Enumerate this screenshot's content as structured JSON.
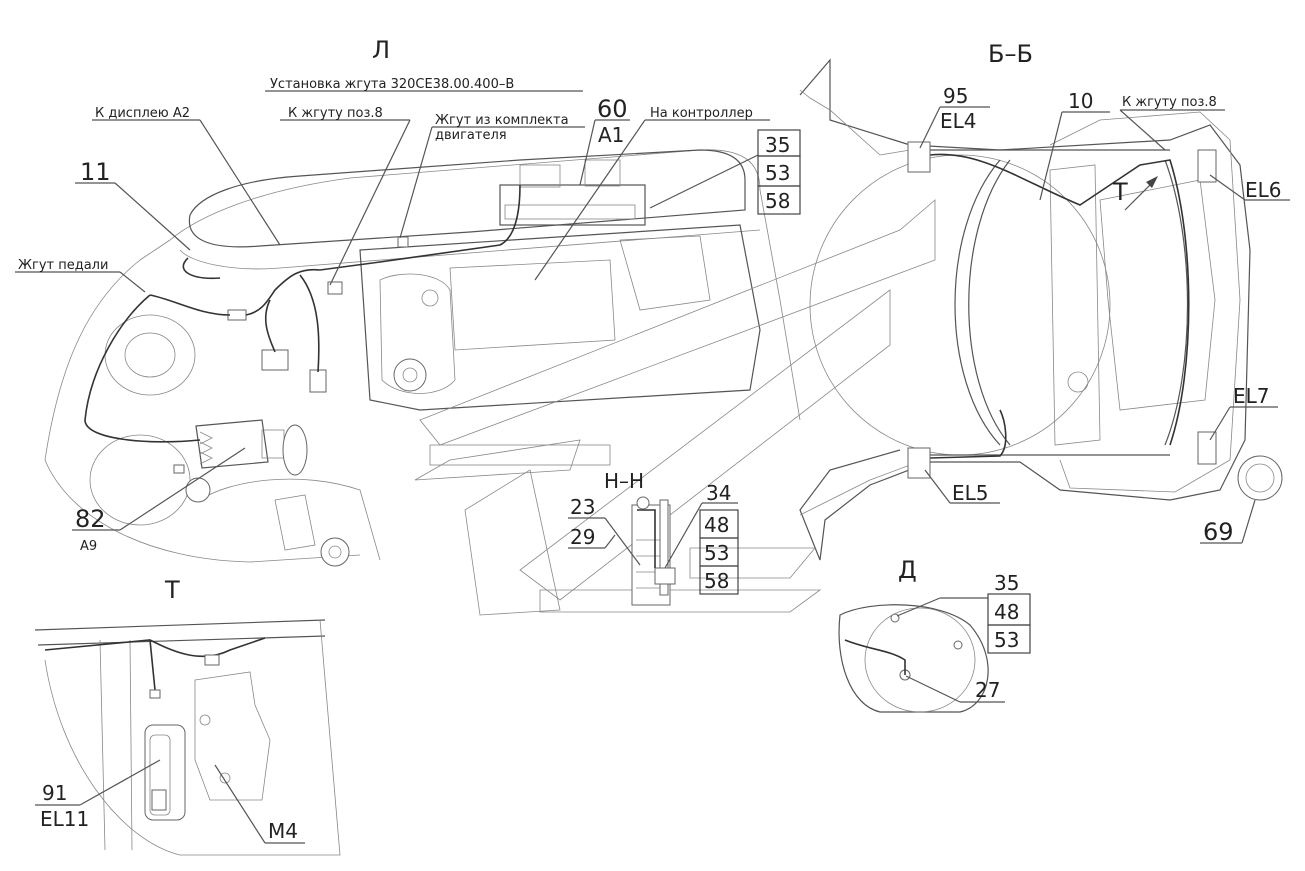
{
  "views": {
    "L": "Л",
    "BB": "Б–Б",
    "T": "Т",
    "T_arrow": "Т",
    "HH": "Н–Н",
    "D": "Д"
  },
  "title": "Установка жгута 320СЕ38.00.400–В",
  "notes": {
    "to_display": "К дисплею А2",
    "to_harness8": "К жгуту поз.8",
    "engine_kit_1": "Жгут из комплекта",
    "engine_kit_2": "двигателя",
    "to_controller": "На контроллер",
    "pedal_harness": "Жгут педали",
    "to_harness8_bb": "К жгуту поз.8"
  },
  "callouts": {
    "p60": "60",
    "a1": "А1",
    "p35": "35",
    "p53": "53",
    "p58": "58",
    "p11": "11",
    "p82": "82",
    "a9": "А9",
    "p95": "95",
    "el4": "EL4",
    "p10": "10",
    "el6": "EL6",
    "el7": "EL7",
    "el5": "EL5",
    "p69": "69",
    "hh23": "23",
    "hh29": "29",
    "hh34": "34",
    "hh48": "48",
    "hh53": "53",
    "hh58": "58",
    "d35": "35",
    "d48": "48",
    "d53": "53",
    "d27": "27",
    "p91": "91",
    "el11": "EL11",
    "m4": "М4"
  }
}
